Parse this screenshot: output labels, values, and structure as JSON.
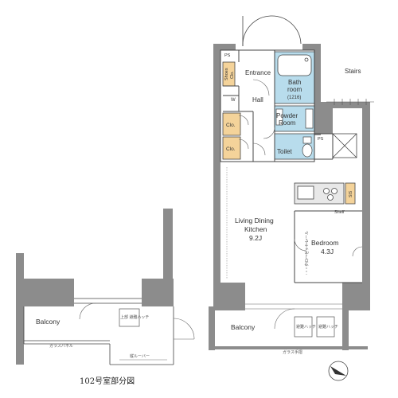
{
  "labels": {
    "entrance": "Entrance",
    "stairs": "Stairs",
    "ps_top": "PS",
    "ps_toilet": "PS",
    "shoes_line1": "Shoes",
    "shoes_line2": "Clo.",
    "w": "W",
    "hall": "Hall",
    "bath_line1": "Bath",
    "bath_line2": "room",
    "bath_size": "(1216)",
    "powder_line1": "Powder",
    "powder_line2": "Room",
    "clo1": "Clo.",
    "clo2": "Clo.",
    "toilet": "Toilet",
    "sis": "SIS",
    "shelf": "Shelf",
    "ldk_line1": "Living Dining",
    "ldk_line2": "Kitchen",
    "ldk_size": "9.2J",
    "bedroom": "Bedroom",
    "bedroom_size": "4.3J",
    "balcony_main": "Balcony",
    "balcony_102": "Balcony",
    "glass_main": "ガラス手摺",
    "glass_102": "ガラスパネル",
    "vertical_rail": "クローゼットレール",
    "vent_1": "避難ハッチ",
    "vent_2": "避難ハッチ",
    "hatch_102": "上部 避難ハッチ",
    "louver_102": "縦ルーバー",
    "caption_102": "102号室部分図"
  },
  "colors": {
    "wall": "#8c8c8c",
    "wet_area": "#b8dcec",
    "closet": "#f4d39a",
    "line": "#444444"
  }
}
